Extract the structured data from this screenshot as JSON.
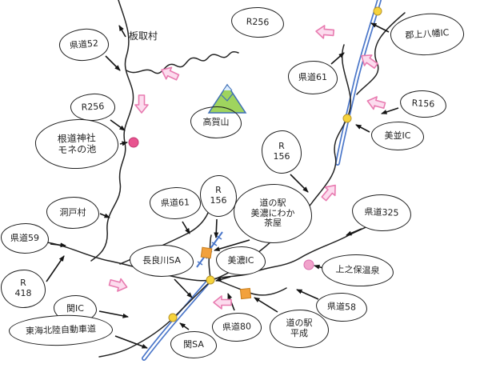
{
  "labels": {
    "kendo52": "県道52",
    "itadorimura": "板取村",
    "r256_top": "R256",
    "gujo_hachiman_ic": "郡上八幡IC",
    "kendo61_top": "県道61",
    "r156_right": "R156",
    "minami_ic": "美並IC",
    "kogasan": "高賀山",
    "r256_left": "R256",
    "nemichi_jinja": "根道神社\nモネの池",
    "r156_mid": "R\n156",
    "horadomura": "洞戸村",
    "kendo61_mid": "県道61",
    "r156_center": "R\n156",
    "michinoeki_niwaka": "道の駅\n美濃にわか\n茶屋",
    "kendo325": "県道325",
    "kendo59": "県道59",
    "nagaragawa_sa": "長良川SA",
    "mino_ic": "美濃IC",
    "kaminoho_onsen": "上之保温泉",
    "r418": "R\n418",
    "seki_ic": "関IC",
    "tokai_hokuriku_expwy": "東海北陸自動車道",
    "seki_sa": "関SA",
    "kendo80": "県道80",
    "michinoeki_heisei": "道の駅\n平成",
    "kendo58": "県道58"
  },
  "colors": {
    "ink": "#1f1f1f",
    "expressway_blue": "#4a76c9",
    "direction_arrow_pink": "#e87bb0",
    "interchange_yellow": "#f6d33c",
    "roadside_station_orange": "#f2a13c",
    "monet_pond_pink": "#e8538f",
    "onsen_pink": "#f1a3cb",
    "mountain_green": "#9fd45e"
  },
  "icons": {
    "mountain": "mountain-icon",
    "pond_marker": "pond-marker-icon",
    "onsen_marker": "onsen-marker-icon",
    "interchange_marker": "interchange-dot-icon",
    "roadside_station_marker": "station-square-icon",
    "direction_arrow": "direction-arrow-icon"
  }
}
